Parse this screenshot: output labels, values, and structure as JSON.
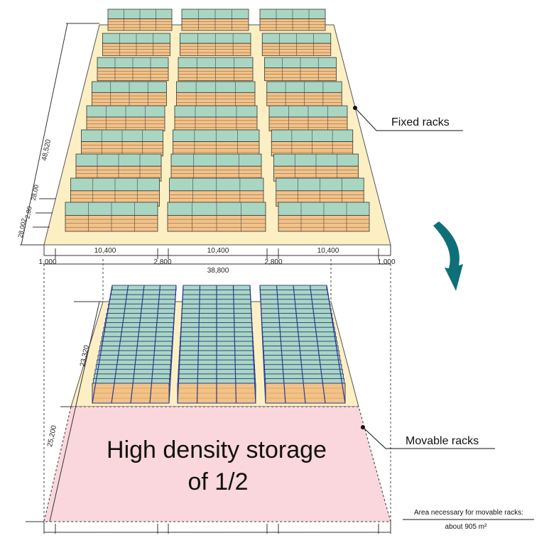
{
  "labels": {
    "fixed_racks": "Fixed racks",
    "movable_racks": "Movable racks",
    "high_density_line1": "High density storage",
    "high_density_line2": "of 1/2",
    "area_line1": "Area necessary for movable racks:",
    "area_line2": "about 905 m²"
  },
  "dimensions": {
    "fixed_depth": "48,520",
    "fixed_aisle": "28,00",
    "fixed_small_1": "28,002",
    "fixed_small_2": "2,80",
    "rack_width_1": "10,400",
    "rack_width_2": "10,400",
    "rack_width_3": "10,400",
    "edge_left": "1,000",
    "aisle_1": "2,800",
    "total_width": "38,800",
    "aisle_2": "2,800",
    "edge_right": "1,000",
    "movable_depth": "23,320",
    "saved_depth": "25,200"
  },
  "colors": {
    "floor": "#fcefc3",
    "rack_top": "#a9d6c2",
    "rack_side": "#f2c28a",
    "rack_frame": "#2a3a8c",
    "saved_area": "#f9d7dc",
    "arrow": "#0f6f78"
  }
}
